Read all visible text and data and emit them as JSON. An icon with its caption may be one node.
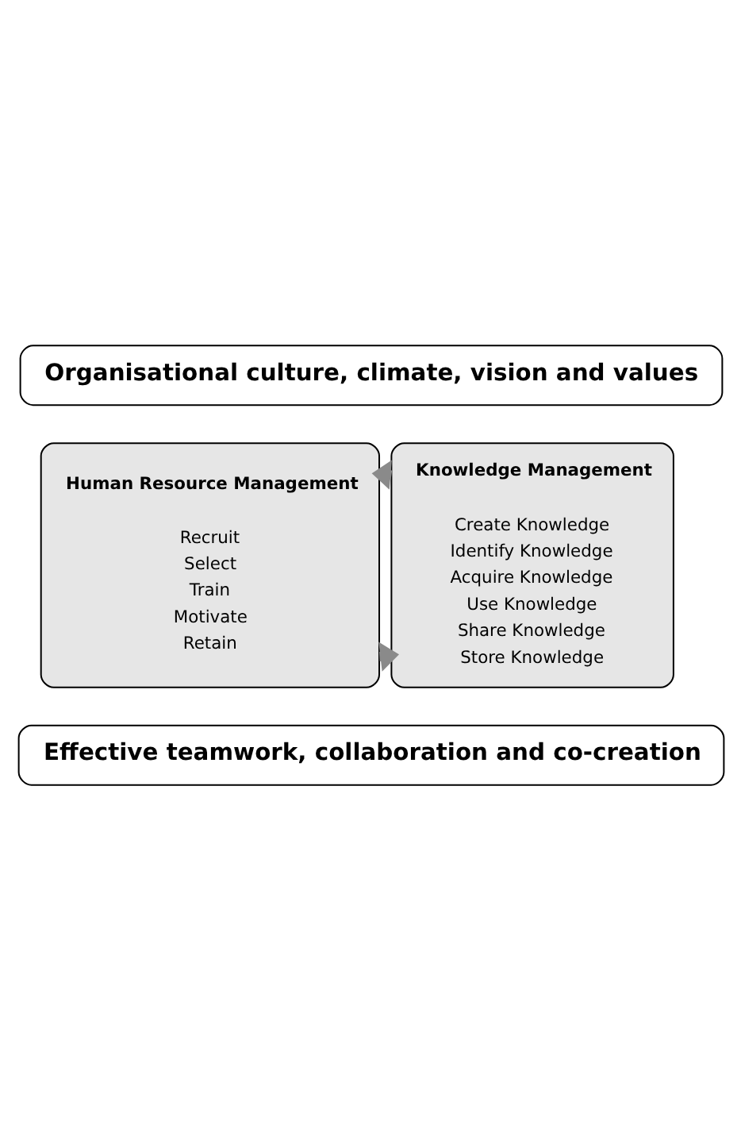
{
  "diagram": {
    "nodes": [
      {
        "text": [
          "Organisational culture, climate, vision and values"
        ]
      },
      {
        "text": [
          "Human Resource Management",
          "Recruit",
          "Select",
          "Train",
          "Motivate",
          "Retain"
        ]
      },
      {
        "text": [
          "Knowledge Management",
          "Create Knowledge",
          "Identify Knowledge",
          "Acquire Knowledge",
          "Use Knowledge",
          "Share Knowledge",
          "Store Knowledge"
        ]
      },
      {
        "text": [
          "Effective teamwork, collaboration and co-creation"
        ]
      }
    ],
    "edges": [
      {
        "from": 1,
        "to": 2,
        "arrow": "to"
      },
      {
        "from": 2,
        "to": 1,
        "arrow": "to"
      }
    ]
  }
}
